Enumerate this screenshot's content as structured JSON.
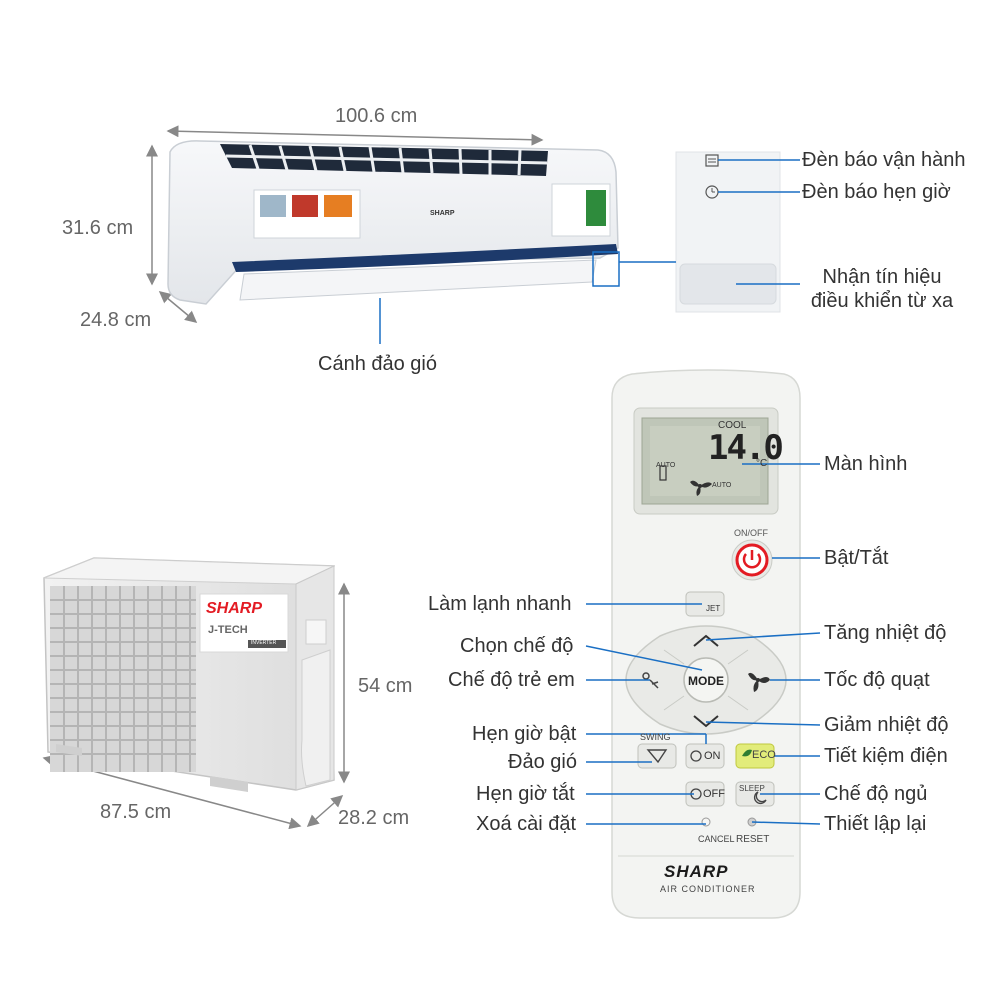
{
  "dimensions": {
    "indoor_width": "100.6 cm",
    "indoor_height": "31.6 cm",
    "indoor_depth": "24.8 cm",
    "outdoor_height": "54 cm",
    "outdoor_width": "87.5 cm",
    "outdoor_depth": "28.2 cm"
  },
  "indoor_labels": {
    "louver": "Cánh đảo gió",
    "operation_light": "Đèn báo vận hành",
    "timer_light": "Đèn báo hẹn giờ",
    "remote_receiver": "Nhận tín hiệu điều khiển từ xa"
  },
  "remote_labels": {
    "screen": "Màn hình",
    "power": "Bật/Tắt",
    "jet": "Làm lạnh nhanh",
    "temp_up": "Tăng nhiệt độ",
    "mode_select": "Chọn chế độ",
    "child_mode": "Chế độ trẻ em",
    "fan_speed": "Tốc độ quạt",
    "temp_down": "Giảm nhiệt độ",
    "timer_on": "Hẹn giờ bật",
    "eco": "Tiết kiệm điện",
    "swing": "Đảo gió",
    "timer_off": "Hẹn giờ tắt",
    "sleep": "Chế độ ngủ",
    "cancel_setting": "Xoá cài đặt",
    "reset_setting": "Thiết lập lại"
  },
  "remote_printed": {
    "lcd_mode": "COOL",
    "lcd_temp": "14.0",
    "lcd_unit": "°C",
    "lcd_auto1": "AUTO",
    "lcd_auto2": "AUTO",
    "on_off": "ON/OFF",
    "jet": "JET",
    "mode": "MODE",
    "swing": "SWING",
    "on": "ON",
    "eco": "ECO",
    "off": "OFF",
    "sleep": "SLEEP",
    "cancel": "CANCEL",
    "reset": "RESET",
    "brand": "SHARP",
    "product": "AIR CONDITIONER"
  },
  "unit_printed": {
    "indoor_brand": "SHARP",
    "outdoor_brand": "SHARP",
    "outdoor_line": "J-TECH",
    "outdoor_tag": "INVERTER"
  },
  "colors": {
    "leader_line": "#1a6fc4",
    "power_ring": "#e31b23",
    "eco_button": "#e2ec7a",
    "trim_navy": "#1d3a6b"
  }
}
